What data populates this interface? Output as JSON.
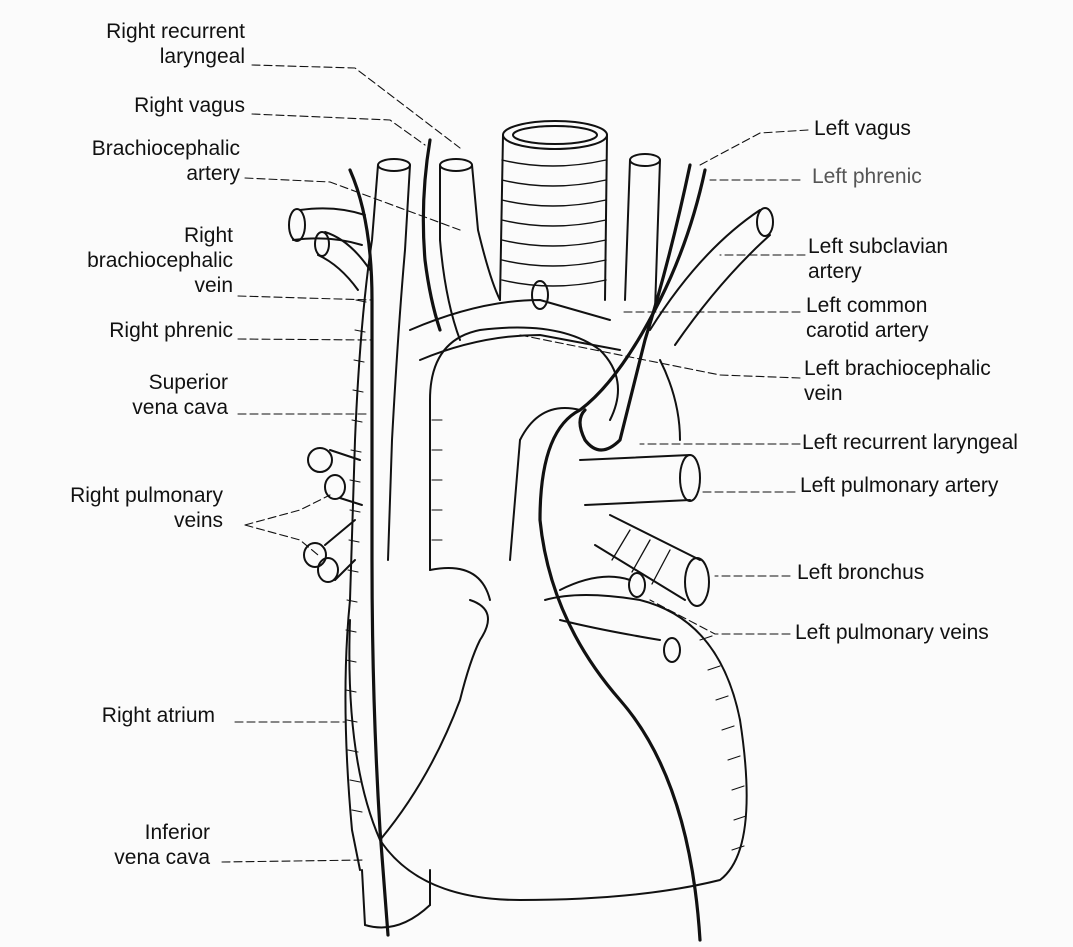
{
  "diagram": {
    "labels_right_side_of_body": [
      {
        "id": "right-recurrent-laryngeal",
        "lines": [
          "Right recurrent",
          "laryngeal"
        ]
      },
      {
        "id": "right-vagus",
        "lines": [
          "Right vagus"
        ]
      },
      {
        "id": "brachiocephalic-artery",
        "lines": [
          "Brachiocephalic",
          "artery"
        ]
      },
      {
        "id": "right-brachiocephalic-vein",
        "lines": [
          "Right",
          "brachiocephalic",
          "vein"
        ]
      },
      {
        "id": "right-phrenic",
        "lines": [
          "Right phrenic"
        ]
      },
      {
        "id": "superior-vena-cava",
        "lines": [
          "Superior",
          "vena cava"
        ]
      },
      {
        "id": "right-pulmonary-veins",
        "lines": [
          "Right pulmonary",
          "veins"
        ]
      },
      {
        "id": "right-atrium",
        "lines": [
          "Right atrium"
        ]
      },
      {
        "id": "inferior-vena-cava",
        "lines": [
          "Inferior",
          "vena cava"
        ]
      }
    ],
    "labels_left_side_of_body": [
      {
        "id": "left-vagus",
        "lines": [
          "Left vagus"
        ]
      },
      {
        "id": "left-phrenic",
        "lines": [
          "Left phrenic"
        ]
      },
      {
        "id": "left-subclavian-artery",
        "lines": [
          "Left subclavian",
          "artery"
        ]
      },
      {
        "id": "left-common-carotid-artery",
        "lines": [
          "Left common",
          "carotid artery"
        ]
      },
      {
        "id": "left-brachiocephalic-vein",
        "lines": [
          "Left brachiocephalic",
          "vein"
        ]
      },
      {
        "id": "left-recurrent-laryngeal",
        "lines": [
          "Left recurrent laryngeal"
        ]
      },
      {
        "id": "left-pulmonary-artery",
        "lines": [
          "Left pulmonary artery"
        ]
      },
      {
        "id": "left-bronchus",
        "lines": [
          "Left bronchus"
        ]
      },
      {
        "id": "left-pulmonary-veins",
        "lines": [
          "Left pulmonary veins"
        ]
      }
    ],
    "colors": {
      "ink": "#111111",
      "paper": "#fbfbfb"
    }
  }
}
